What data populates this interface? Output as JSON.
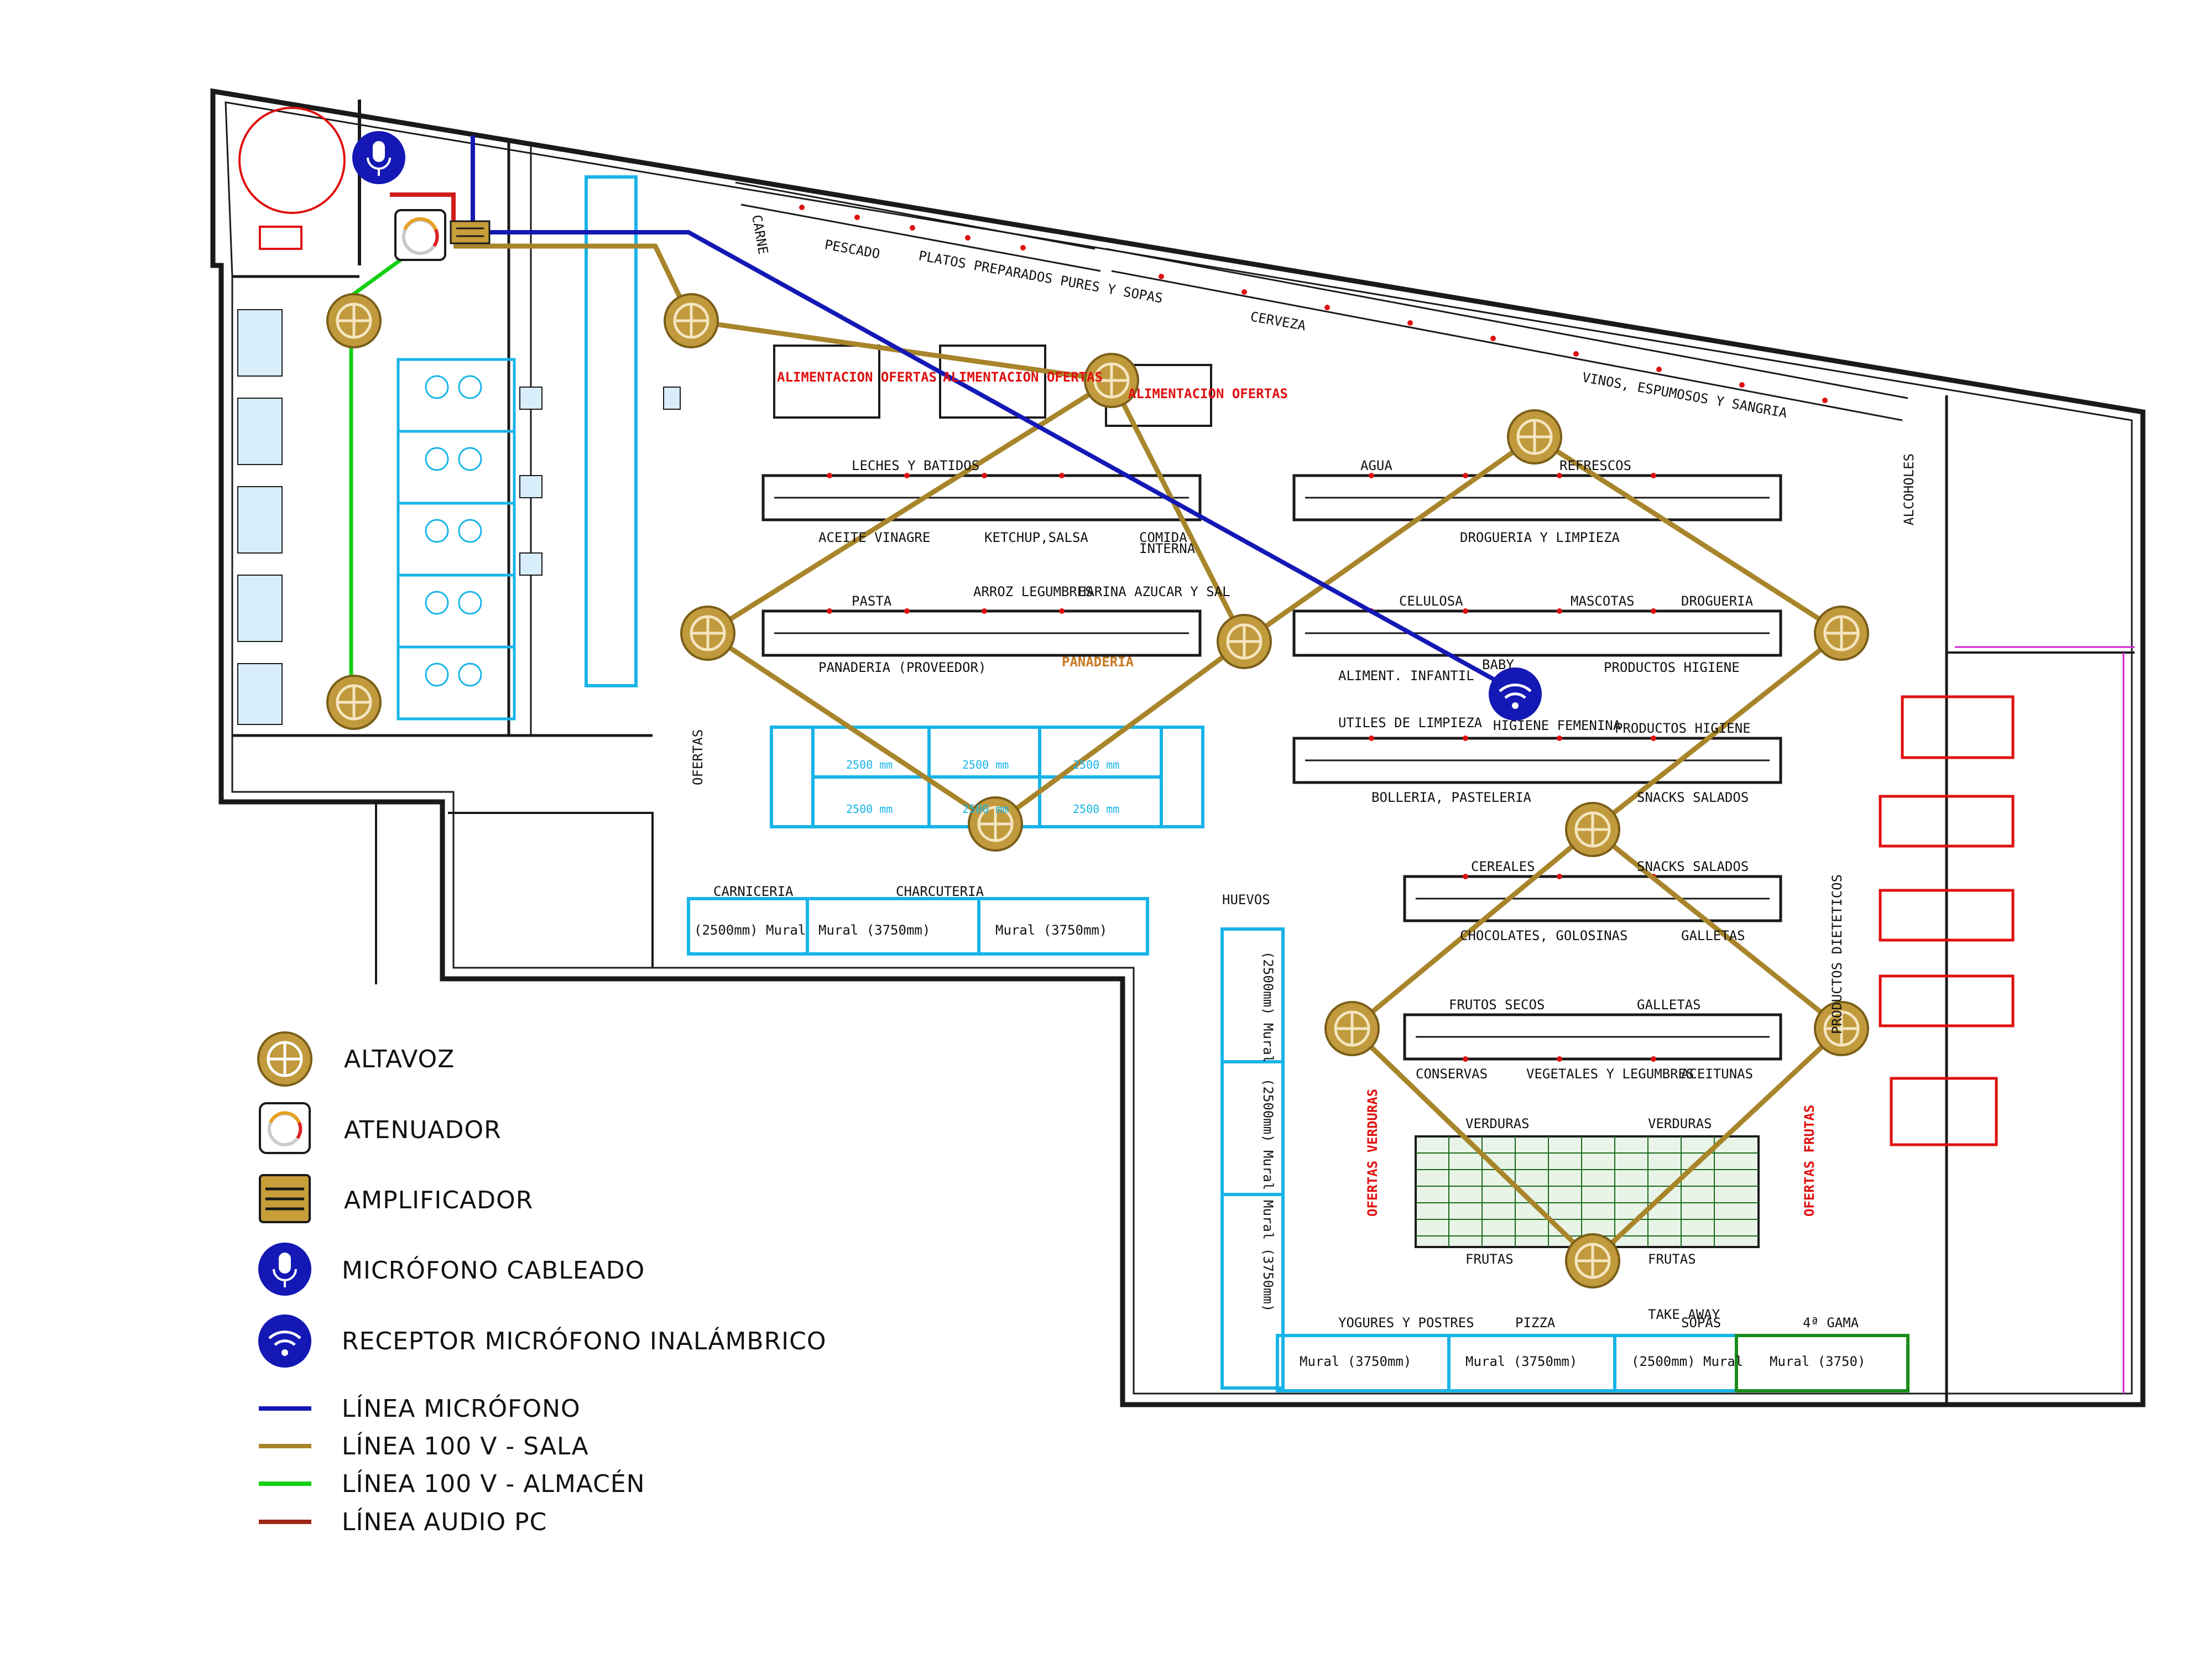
{
  "colors": {
    "speaker": "#B8922E",
    "speaker_line": "#A8852A",
    "mic_line": "#1418B4",
    "storage_line": "#12D012",
    "pc_audio_line": "#C0281C",
    "wall": "#1a1a1a",
    "cyan": "#18B4E8",
    "red_label": "#E01010"
  },
  "legend": [
    {
      "key": "altavoz",
      "label": "ALTAVOZ",
      "icon": "speaker-icon"
    },
    {
      "key": "atenuador",
      "label": "ATENUADOR",
      "icon": "attenuator-icon"
    },
    {
      "key": "amplificador",
      "label": "AMPLIFICADOR",
      "icon": "amplifier-icon"
    },
    {
      "key": "mic",
      "label": "MICRÓFONO CABLEADO",
      "icon": "microphone-icon"
    },
    {
      "key": "wireless",
      "label": "RECEPTOR MICRÓFONO INALÁMBRICO",
      "icon": "wireless-receiver-icon"
    },
    {
      "key": "line_mic",
      "label": "LÍNEA MICRÓFONO",
      "icon": "line-blue"
    },
    {
      "key": "line_sala",
      "label": "LÍNEA 100 V - SALA",
      "icon": "line-gold"
    },
    {
      "key": "line_almacen",
      "label": "LÍNEA 100 V - ALMACÉN",
      "icon": "line-green"
    },
    {
      "key": "line_pc",
      "label": "LÍNEA AUDIO PC",
      "icon": "line-red"
    }
  ],
  "plan_labels": {
    "leches": "LECHES Y BATIDOS",
    "aceite": "ACEITE VINAGRE",
    "ketchup": "KETCHUP,SALSA",
    "comida": "COMIDA",
    "internal": "INTERNA",
    "pasta": "PASTA",
    "arroz": "ARROZ LEGUMBRES",
    "harina": "HARINA AZUCAR Y SAL",
    "panaderia_prov": "PANADERIA (PROVEEDOR)",
    "panaderia": "PANADERIA",
    "agua": "AGUA",
    "refrescos": "REFRESCOS",
    "drogueria": "DROGUERIA Y LIMPIEZA",
    "celulosa": "CELULOSA",
    "mascotas": "MASCOTAS",
    "drogueria2": "DROGUERIA",
    "aliment": "ALIMENT. INFANTIL",
    "baby": "BABY",
    "higiene": "PRODUCTOS HIGIENE",
    "utiles": "UTILES DE LIMPIEZA",
    "higiene_fem": "HIGIENE FEMENINA",
    "higiene2": "PRODUCTOS HIGIENE",
    "bolleria": "BOLLERIA, PASTELERIA",
    "snacks": "SNACKS SALADOS",
    "cereales": "CEREALES",
    "snacks2": "SNACKS SALADOS",
    "chocolates": "CHOCOLATES, GOLOSINAS",
    "galletas": "GALLETAS",
    "frutos": "FRUTOS SECOS",
    "galletas2": "GALLETAS",
    "conservas": "CONSERVAS",
    "vegetales": "VEGETALES Y LEGUMBRES",
    "aceitunas": "ACEITUNAS",
    "verduras1": "VERDURAS",
    "verduras2": "VERDURAS",
    "frutas1": "FRUTAS",
    "frutas2": "FRUTAS",
    "ofertas_v": "OFERTAS VERDURAS",
    "ofertas_f": "OFERTAS FRUTAS",
    "cerveza": "CERVEZA",
    "vinos": "VINOS, ESPUMOSOS Y SANGRIA",
    "platos": "PLATOS PREPARADOS PURES Y SOPAS",
    "pescado": "PESCADO",
    "carne": "CARNE",
    "alim_ofertas1": "ALIMENTACION OFERTAS",
    "alim_ofertas2": "ALIMENTACION OFERTAS",
    "alim_ofertas3": "ALIMENTACION OFERTAS",
    "yogures": "YOGURES Y POSTRES",
    "pizza": "PIZZA",
    "take": "TAKE AWAY",
    "sopas": "SOPAS",
    "cuarta": "4ª GAMA",
    "mural1": "Mural (3750mm)",
    "mural2": "Mural (3750mm)",
    "mural3": "(2500mm) Mural",
    "mural4": "Mural (3750)",
    "carniceria": "CARNICERIA",
    "charcuteria": "CHARCUTERIA",
    "mural5": "(2500mm) Mural",
    "mural6": "Mural (3750mm)",
    "mural7": "Mural (3750mm)",
    "huevos": "HUEVOS",
    "alcoholes": "ALCOHOLES",
    "ofertas": "OFERTAS",
    "productos_diet": "PRODUCTOS DIETETICOS",
    "dim2500a": "2500 mm",
    "dim2500b": "2500 mm",
    "dim2500c": "2500 mm",
    "dim2500d": "2500 mm",
    "dim2500e": "2500 mm",
    "dim2500f": "2500 mm",
    "mural_v1": "(2500mm) Mural",
    "mural_v2": "(2500mm) Mural",
    "mural_v3": "Mural (3750mm)"
  }
}
